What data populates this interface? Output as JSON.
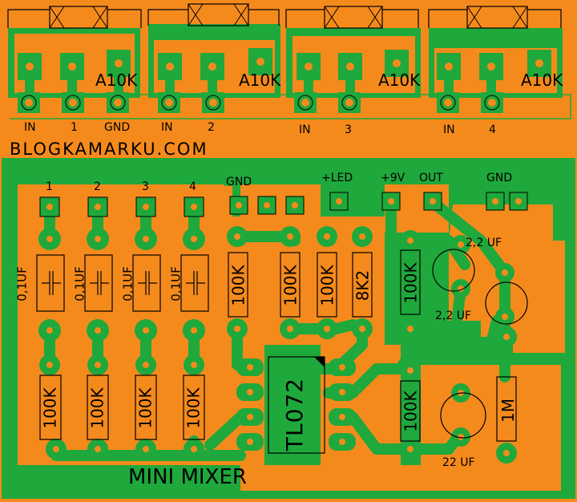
{
  "site": "BLOGKAMARKU.COM",
  "board_title": "MINI MIXER",
  "pots": [
    {
      "value": "A10K",
      "pins": [
        "IN",
        "1",
        "GND"
      ]
    },
    {
      "value": "A10K",
      "pins": [
        "IN",
        "2"
      ]
    },
    {
      "value": "A10K",
      "pins": [
        "IN",
        "3"
      ]
    },
    {
      "value": "A10K",
      "pins": [
        "IN",
        "4"
      ]
    }
  ],
  "inputs": [
    "1",
    "2",
    "3",
    "4"
  ],
  "caps_input": [
    "0,1UF",
    "0,1UF",
    "0,1UF",
    "0,1UF"
  ],
  "resistors_input": [
    "100K",
    "100K",
    "100K",
    "100K"
  ],
  "resistors_mid": [
    "100K",
    "100K",
    "100K",
    "8K2",
    "100K"
  ],
  "resistor_lower": "100K",
  "resistor_1m": "1M",
  "ic": "TL072",
  "connectors": {
    "gnd_left": "GND",
    "led": "+LED",
    "v9": "+9V",
    "out": "OUT",
    "gnd_right": "GND"
  },
  "electrolytics": [
    "2,2 UF",
    "2,2 UF",
    "22 UF"
  ],
  "colors": {
    "board": "#F58A1C",
    "copper": "#1FA83C",
    "pad": "#1FA83C",
    "drill": "#F58A1C",
    "text": "#000000"
  }
}
